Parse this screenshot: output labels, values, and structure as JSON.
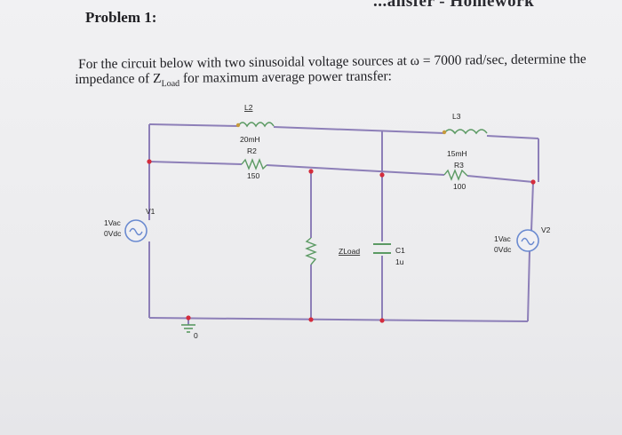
{
  "header_fragment": "...ansfer - Homework",
  "problem_title": "Problem 1:",
  "statement": {
    "line1": "For the circuit below with two sinusoidal voltage sources at ω = 7000 rad/sec, determine the",
    "line2_prefix": "impedance of Z",
    "line2_sub": "Load",
    "line2_suffix": " for maximum average power transfer:"
  },
  "circuit": {
    "L2": {
      "name": "L2",
      "value": "20mH"
    },
    "R2": {
      "name": "R2",
      "value": "150"
    },
    "L3": {
      "name": "L3",
      "value": "15mH"
    },
    "R3": {
      "name": "R3",
      "value": "100"
    },
    "V1": {
      "name": "V1",
      "ac": "1Vac",
      "dc": "0Vdc"
    },
    "V2": {
      "name": "V2",
      "ac": "1Vac",
      "dc": "0Vdc"
    },
    "ZLoad": {
      "name": "ZLoad"
    },
    "C1": {
      "name": "C1",
      "value": "1u"
    },
    "ground": {
      "name": "0"
    }
  },
  "colors": {
    "wire": "#8d7fb8",
    "node": "#d42c3c",
    "component": "#5b9a63",
    "source": "#6a8ad0"
  }
}
